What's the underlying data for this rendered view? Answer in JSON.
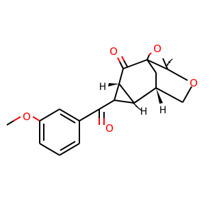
{
  "atoms": {
    "o_methoxy": "O",
    "o_ketone_aryl": "O",
    "o_ketone_ring": "O",
    "o_bridge": "O",
    "o_ether": "O",
    "h_left": "H",
    "h_bottom": "H",
    "h_right": "H"
  },
  "colors": {
    "carbon": "#000000",
    "oxygen": "#ff0000",
    "background": "#ffffff"
  }
}
